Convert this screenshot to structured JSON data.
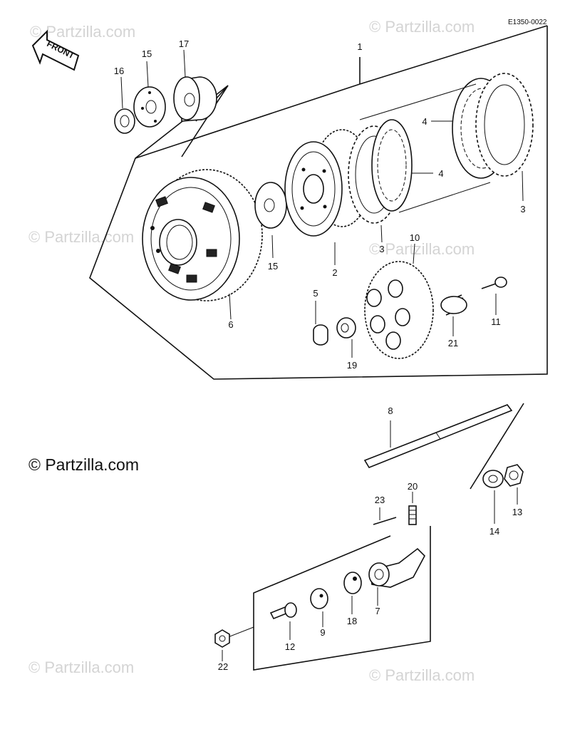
{
  "diagram_code": "E1350-0022",
  "front_label": "FRONT",
  "copyright": "© Partzilla.com",
  "watermark": "© Partzilla.com",
  "callouts": {
    "c1": "1",
    "c2": "2",
    "c3a": "3",
    "c3b": "3",
    "c4a": "4",
    "c4b": "4",
    "c5": "5",
    "c6": "6",
    "c7": "7",
    "c8": "8",
    "c9": "9",
    "c10": "10",
    "c11": "11",
    "c12": "12",
    "c13": "13",
    "c14": "14",
    "c15a": "15",
    "c15b": "15",
    "c16": "16",
    "c17": "17",
    "c18": "18",
    "c19": "19",
    "c20": "20",
    "c21": "21",
    "c22": "22",
    "c23": "23"
  }
}
